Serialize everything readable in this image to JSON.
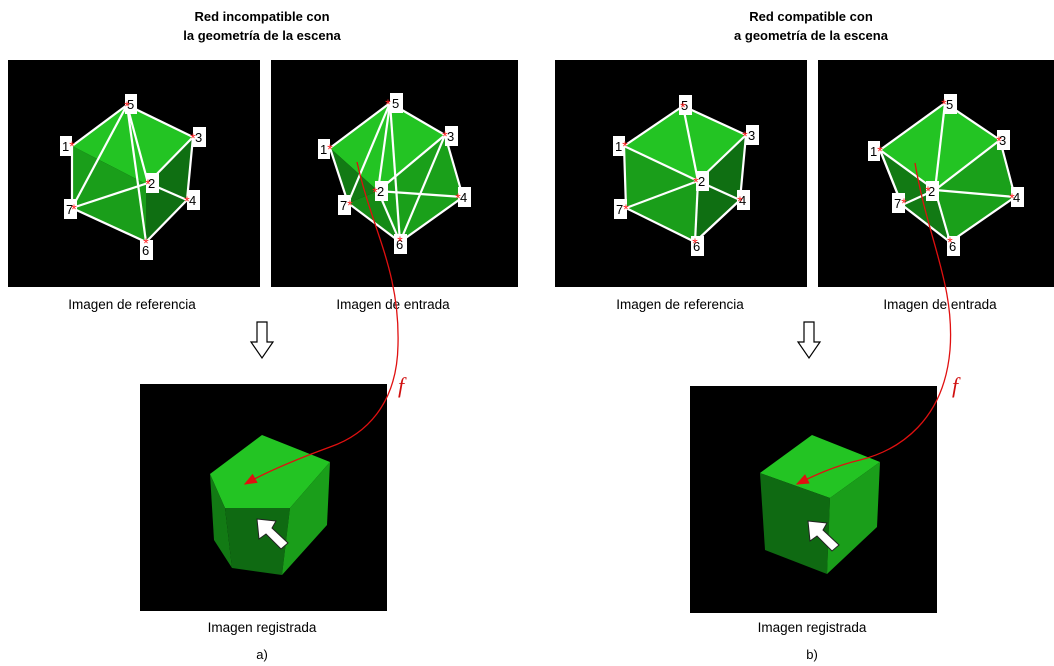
{
  "colors": {
    "background": "#000000",
    "face_light": "#23c423",
    "face_mid": "#1a9e1a",
    "face_dark": "#0f6f12",
    "mesh_line": "#ffffff",
    "marker": "#ff2020",
    "mapping_arrow": "#e01010"
  },
  "panels": [
    {
      "title_line1": "Red incompatible con",
      "title_line2": "la geometría de la escena",
      "reference_caption": "Imagen de referencia",
      "input_caption": "Imagen de entrada",
      "registered_caption": "Imagen registrada",
      "sublabel": "a)",
      "mapping_label": "f",
      "point_labels": [
        "1",
        "2",
        "3",
        "4",
        "5",
        "6",
        "7"
      ]
    },
    {
      "title_line1": "Red compatible con",
      "title_line2": "a geometría de la escena",
      "reference_caption": "Imagen de referencia",
      "input_caption": "Imagen de entrada",
      "registered_caption": "Imagen registrada",
      "sublabel": "b)",
      "mapping_label": "f",
      "point_labels": [
        "1",
        "2",
        "3",
        "4",
        "5",
        "6",
        "7"
      ]
    }
  ]
}
